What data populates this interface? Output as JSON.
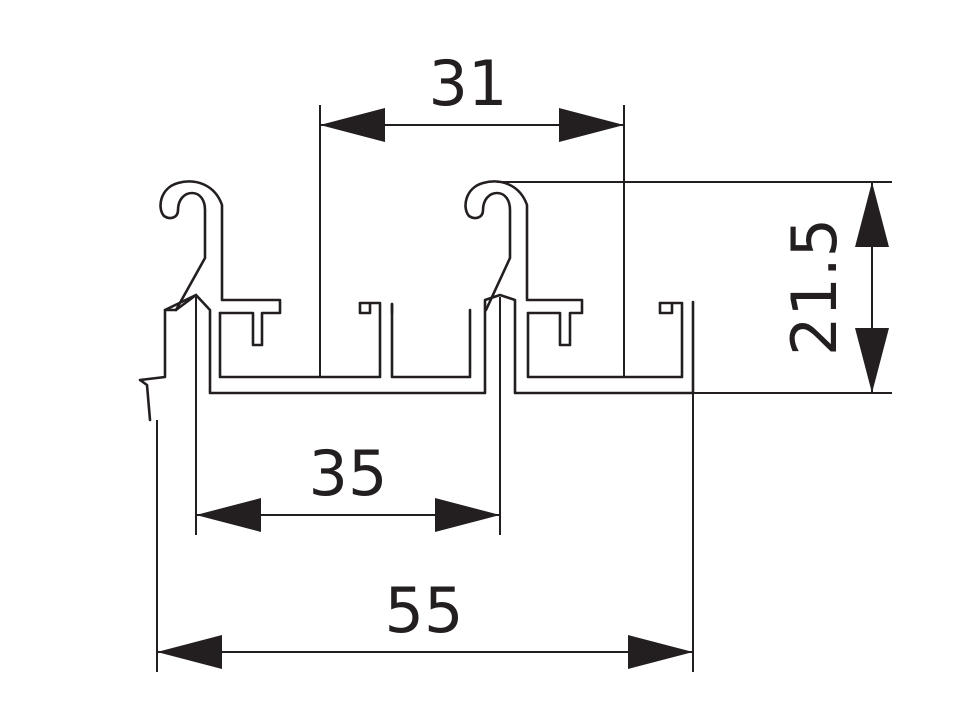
{
  "dimensions": {
    "top_width": "31",
    "height": "21.5",
    "middle_width": "35",
    "overall_width": "55"
  },
  "colors": {
    "line": "#231f20",
    "background": "#ffffff"
  }
}
